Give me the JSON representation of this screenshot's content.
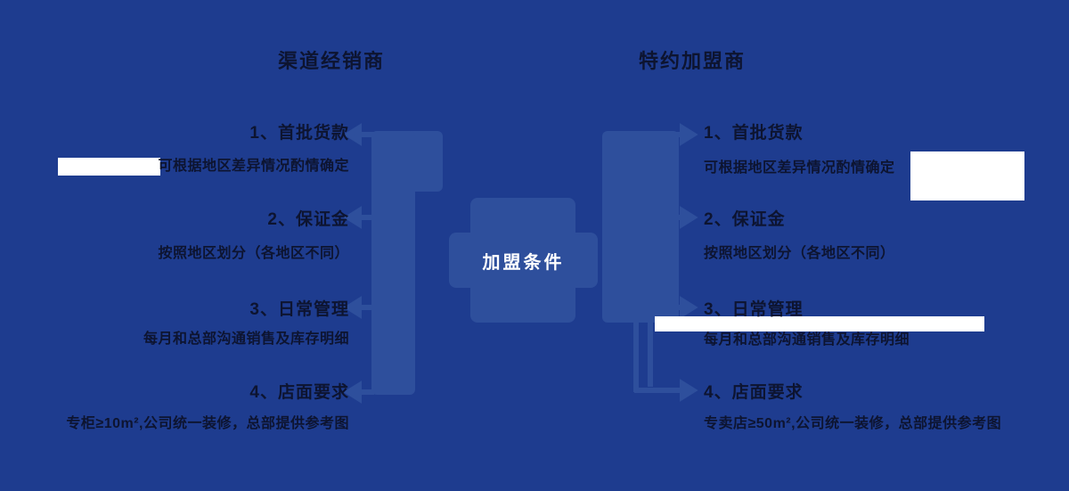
{
  "colors": {
    "background": "#1E3C8F",
    "shape_blue": "#2E4F9C",
    "text_dark": "#0D1430",
    "center_text": "#FFFFFF",
    "redaction_box": "#FFFFFF"
  },
  "center": {
    "label": "加盟条件"
  },
  "left_column": {
    "title": "渠道经销商",
    "items": [
      {
        "heading": "1、首批货款",
        "detail": "可根据地区差异情况酌情确定"
      },
      {
        "heading": "2、保证金",
        "detail": "按照地区划分（各地区不同）"
      },
      {
        "heading": "3、日常管理",
        "detail": "每月和总部沟通销售及库存明细"
      },
      {
        "heading": "4、店面要求",
        "detail": "专柜≥10m²,公司统一装修，总部提供参考图"
      }
    ]
  },
  "right_column": {
    "title": "特约加盟商",
    "items": [
      {
        "heading": "1、首批货款",
        "detail": "可根据地区差异情况酌情确定"
      },
      {
        "heading": "2、保证金",
        "detail": "按照地区划分（各地区不同）"
      },
      {
        "heading": "3、日常管理",
        "detail": "每月和总部沟通销售及库存明细"
      },
      {
        "heading": "4、店面要求",
        "detail": "专卖店≥50m²,公司统一装修，总部提供参考图"
      }
    ]
  }
}
